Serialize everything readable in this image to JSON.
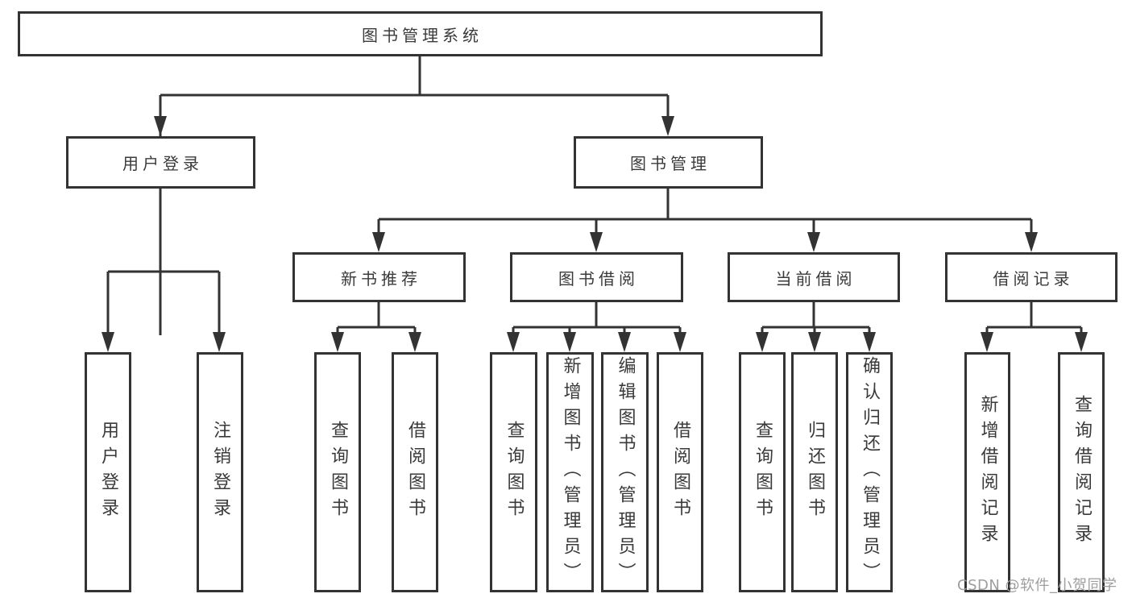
{
  "diagram_type": "hierarchy-tree",
  "colors": {
    "line": "#333333",
    "box_border": "#333333",
    "text": "#3a3a3a",
    "background": "#ffffff",
    "watermark": "#9e9e9e"
  },
  "tree": {
    "root": {
      "label": "图书管理系统",
      "children": [
        {
          "label": "用户登录",
          "children": [
            {
              "label": "用户登录"
            },
            {
              "label": "注销登录"
            }
          ]
        },
        {
          "label": "图书管理",
          "children": [
            {
              "label": "新书推荐",
              "children": [
                {
                  "label": "查询图书"
                },
                {
                  "label": "借阅图书"
                }
              ]
            },
            {
              "label": "图书借阅",
              "children": [
                {
                  "label": "查询图书"
                },
                {
                  "label": "新增图书（管理员）"
                },
                {
                  "label": "编辑图书（管理员）"
                },
                {
                  "label": "借阅图书"
                }
              ]
            },
            {
              "label": "当前借阅",
              "children": [
                {
                  "label": "查询图书"
                },
                {
                  "label": "归还图书"
                },
                {
                  "label": "确认归还（管理员）"
                }
              ]
            },
            {
              "label": "借阅记录",
              "children": [
                {
                  "label": "新增借阅记录"
                },
                {
                  "label": "查询借阅记录"
                }
              ]
            }
          ]
        }
      ]
    }
  },
  "watermark": {
    "text": "CSDN @软件_小贺同学"
  }
}
